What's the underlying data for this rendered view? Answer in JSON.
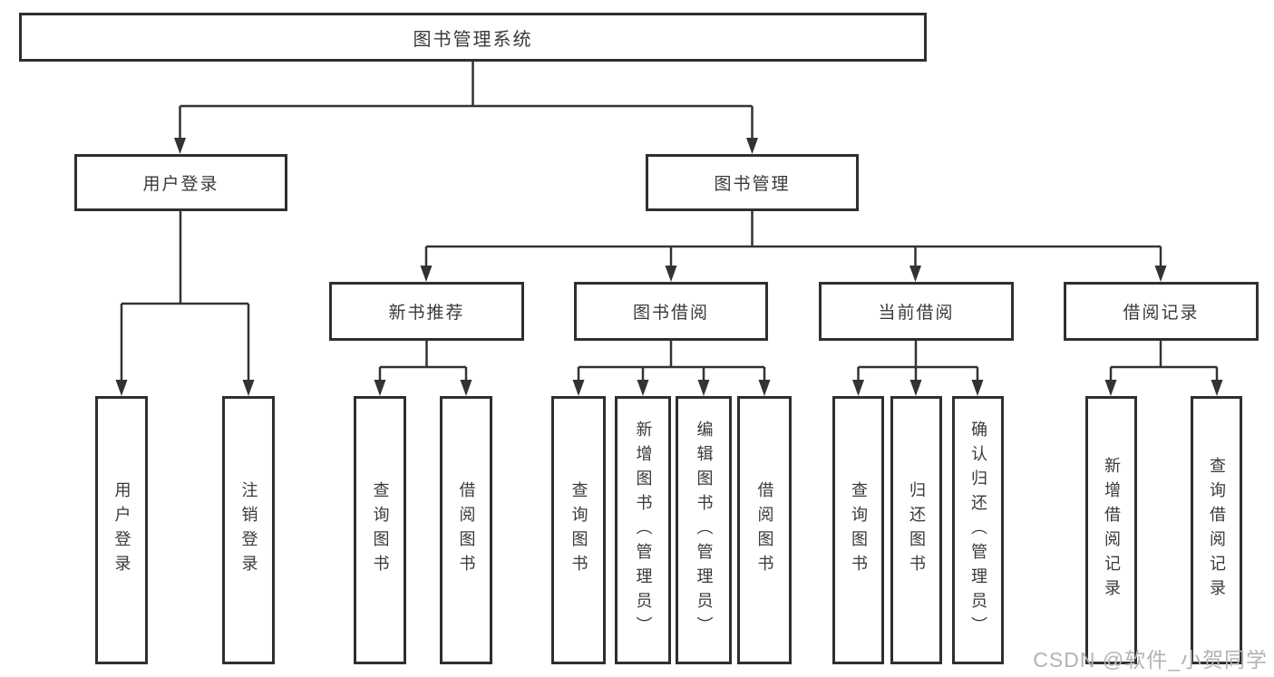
{
  "diagram": {
    "type": "functional-structure-tree",
    "tree": {
      "root": {
        "label": "图书管理系统"
      },
      "branches": [
        {
          "label": "用户登录",
          "children": [
            {
              "label": "用户登录"
            },
            {
              "label": "注销登录"
            }
          ]
        },
        {
          "label": "图书管理",
          "children": [
            {
              "label": "新书推荐",
              "children": [
                {
                  "label": "查询图书"
                },
                {
                  "label": "借阅图书"
                }
              ]
            },
            {
              "label": "图书借阅",
              "children": [
                {
                  "label": "查询图书"
                },
                {
                  "label": "新增图书（管理员）"
                },
                {
                  "label": "编辑图书（管理员）"
                },
                {
                  "label": "借阅图书"
                }
              ]
            },
            {
              "label": "当前借阅",
              "children": [
                {
                  "label": "查询图书"
                },
                {
                  "label": "归还图书"
                },
                {
                  "label": "确认归还（管理员）"
                }
              ]
            },
            {
              "label": "借阅记录",
              "children": [
                {
                  "label": "新增借阅记录"
                },
                {
                  "label": "查询借阅记录"
                }
              ]
            }
          ]
        }
      ]
    },
    "colors": {
      "line": "#333333",
      "box_border": "#2f2f2f",
      "text": "#3a3a3a",
      "background": "#ffffff",
      "watermark": "#b3b3b3"
    }
  },
  "watermark": {
    "text": "CSDN @软件_小贺同学"
  }
}
